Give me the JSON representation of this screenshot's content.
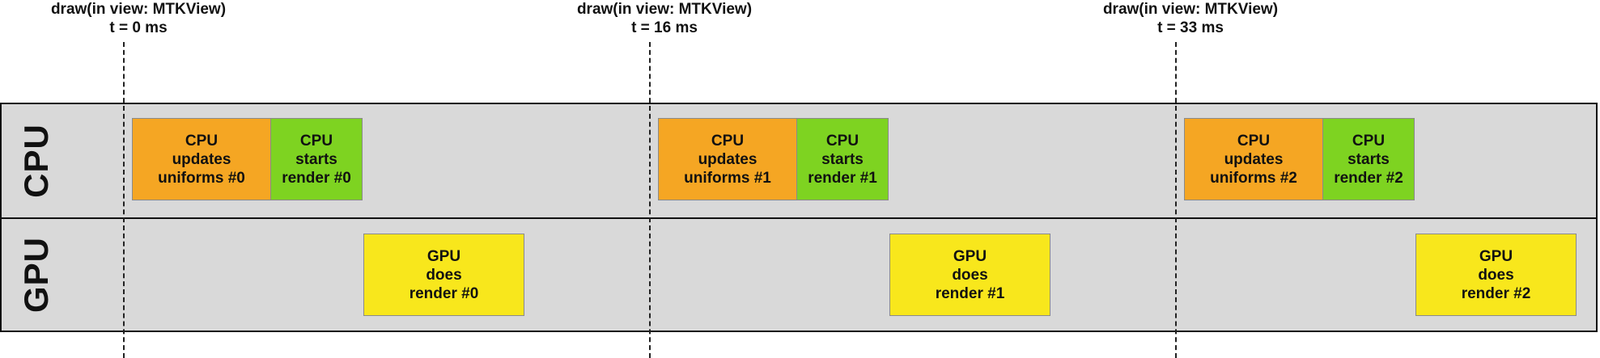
{
  "markers": [
    {
      "title": "draw(in view: MTKView)",
      "time": "t = 0 ms"
    },
    {
      "title": "draw(in view: MTKView)",
      "time": "t = 16 ms"
    },
    {
      "title": "draw(in view: MTKView)",
      "time": "t = 33 ms"
    }
  ],
  "lanes": {
    "cpu": "CPU",
    "gpu": "GPU"
  },
  "frames": [
    {
      "cpu_update": "CPU\nupdates\nuniforms #0",
      "cpu_start": "CPU\nstarts\nrender #0",
      "gpu_render": "GPU\ndoes\nrender #0"
    },
    {
      "cpu_update": "CPU\nupdates\nuniforms #1",
      "cpu_start": "CPU\nstarts\nrender #1",
      "gpu_render": "GPU\ndoes\nrender #1"
    },
    {
      "cpu_update": "CPU\nupdates\nuniforms #2",
      "cpu_start": "CPU\nstarts\nrender #2",
      "gpu_render": "GPU\ndoes\nrender #2"
    }
  ],
  "colors": {
    "cpu_update": "#f5a623",
    "cpu_start": "#7ed321",
    "gpu_render": "#f8e71c",
    "lane_background": "#d9d9d9"
  }
}
